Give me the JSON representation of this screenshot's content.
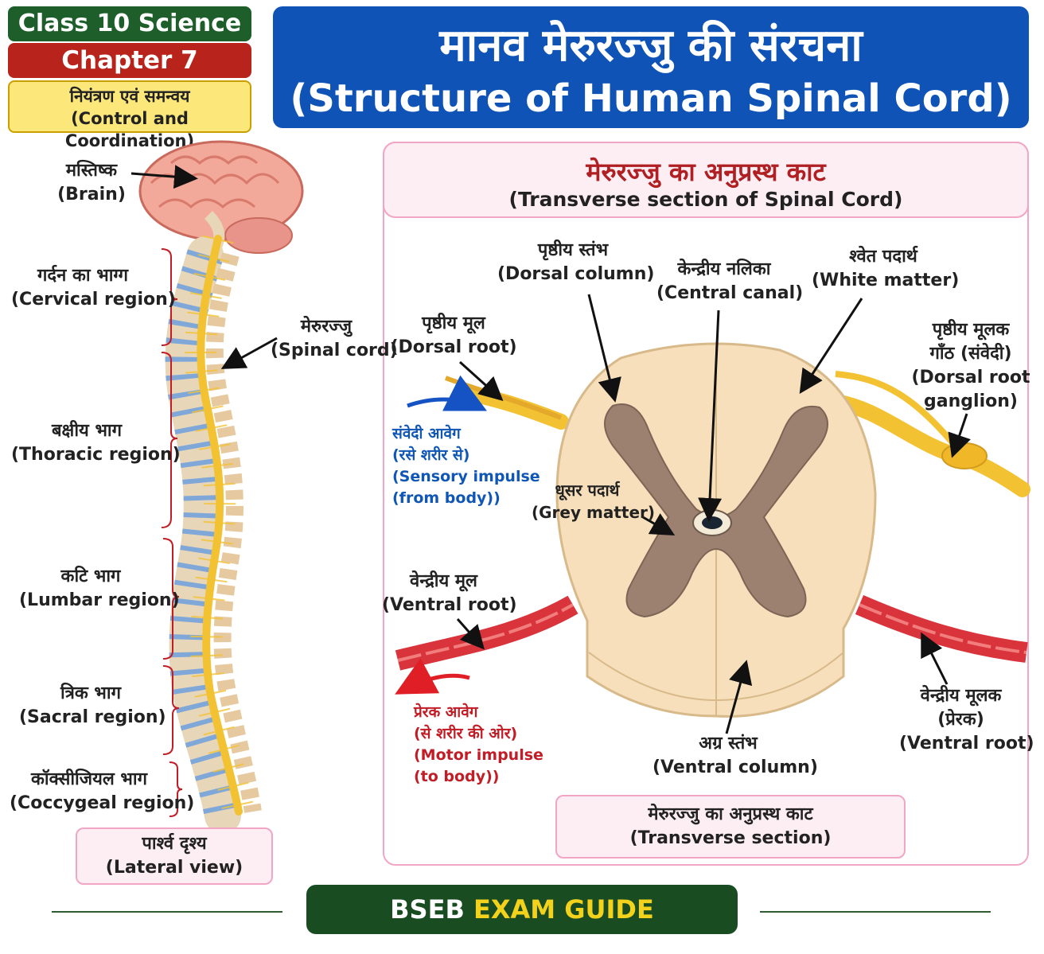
{
  "badges": {
    "class_label": "Class 10 Science",
    "chapter_label": "Chapter 7",
    "topic_hindi": "नियंत्रण एवं समन्वय",
    "topic_english": "(Control and Coordination)"
  },
  "title": {
    "hindi": "मानव मेरुरज्जु की संरचना",
    "english": "(Structure of Human Spinal Cord)"
  },
  "lateral_view": {
    "labels": {
      "brain": {
        "hindi": "मस्तिष्क",
        "english": "(Brain)"
      },
      "spinal_cord": {
        "hindi": "मेरुरज्जु",
        "english": "(Spinal cord)"
      },
      "cervical": {
        "hindi": "गर्दन का भाग्ग",
        "english": "(Cervical region)"
      },
      "thoracic": {
        "hindi": "बक्षीय भाग",
        "english": "(Thoracic region)"
      },
      "lumbar": {
        "hindi": "कटि भाग",
        "english": "(Lumbar region)"
      },
      "sacral": {
        "hindi": "त्रिक भाग",
        "english": "(Sacral region)"
      },
      "coccygeal": {
        "hindi": "कॉक्सीजियल भाग",
        "english": "(Coccygeal region)"
      }
    },
    "caption": {
      "hindi": "पार्श्व दृश्य",
      "english": "(Lateral view)"
    }
  },
  "transverse_section": {
    "header": {
      "hindi": "मेरुरज्जु का अनुप्रस्थ काट",
      "english": "(Transverse section of Spinal Cord)"
    },
    "labels": {
      "dorsal_column": {
        "hindi": "पृष्ठीय स्तंभ",
        "english": "(Dorsal column)"
      },
      "central_canal": {
        "hindi": "केन्द्रीय नलिका",
        "english": "(Central canal)"
      },
      "white_matter": {
        "hindi": "श्वेत पदार्थ",
        "english": "(White matter)"
      },
      "dorsal_root": {
        "hindi": "पृष्ठीय मूल",
        "english": "(Dorsal root)"
      },
      "dorsal_root_ganglion": {
        "hindi1": "पृष्ठीय मूलक",
        "hindi2": "गाँठ (संवेदी)",
        "english1": "(Dorsal root",
        "english2": "ganglion)"
      },
      "sensory_impulse": {
        "hindi1": "संवेदी आवेग",
        "hindi2": "(रसे शरीर से)",
        "english1": "(Sensory impulse",
        "english2": "(from body))"
      },
      "grey_matter": {
        "hindi": "धूसर पदार्थ",
        "english": "(Grey matter)"
      },
      "ventral_root": {
        "hindi": "वेन्द्रीय मूल",
        "english": "(Ventral root)"
      },
      "motor_impulse": {
        "hindi1": "प्रेरक आवेग",
        "hindi2": "(से शरीर की ओर)",
        "english1": "(Motor impulse",
        "english2": "(to body))"
      },
      "ventral_column": {
        "hindi": "अग्र स्तंभ",
        "english": "(Ventral column)"
      },
      "ventral_root_motor": {
        "hindi1": "वेन्द्रीय मूलक",
        "hindi2": "(प्रेरक)",
        "english": "(Ventral root)"
      }
    },
    "caption": {
      "hindi": "मेरुरज्जु का अनुप्रस्थ काट",
      "english": "(Transverse section)"
    }
  },
  "footer": {
    "part1": "BSEB",
    "part2": "EXAM GUIDE"
  },
  "colors": {
    "title_blue": "#0f53b6",
    "badge_green": "#1e5e2a",
    "badge_red": "#b8231c",
    "badge_yellow": "#fbe77a",
    "accent_pink": "#f0a6c4",
    "nerve_yellow": "#f2c233",
    "grey_matter": "#9c8170",
    "white_matter": "#f7dfbb",
    "motor_red": "#d9343c"
  }
}
